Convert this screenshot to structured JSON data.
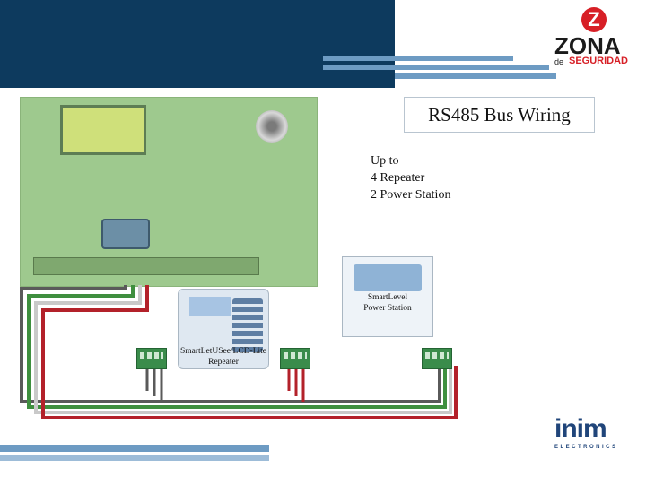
{
  "title": "RS485 Bus Wiring",
  "notes": [
    "Up to",
    "4 Repeater",
    "2 Power Station"
  ],
  "devices": {
    "power_station_label": "SmartLevel\nPower Station",
    "power_station_line1": "SmartLevel",
    "power_station_line2": "Power Station",
    "repeater_line1": "SmartLetUSee/LCD-Lite",
    "repeater_line2": "Repeater"
  },
  "logos": {
    "top_right_name": "ZONA",
    "top_right_prefix": "de",
    "top_right_suffix": "SEGURIDAD",
    "bottom_right_name": "inim",
    "bottom_right_sub": "ELECTRONICS"
  },
  "wire_colors": [
    "#5a5a5a",
    "#3f8f3f",
    "#c9c9c9",
    "#b3212a"
  ]
}
